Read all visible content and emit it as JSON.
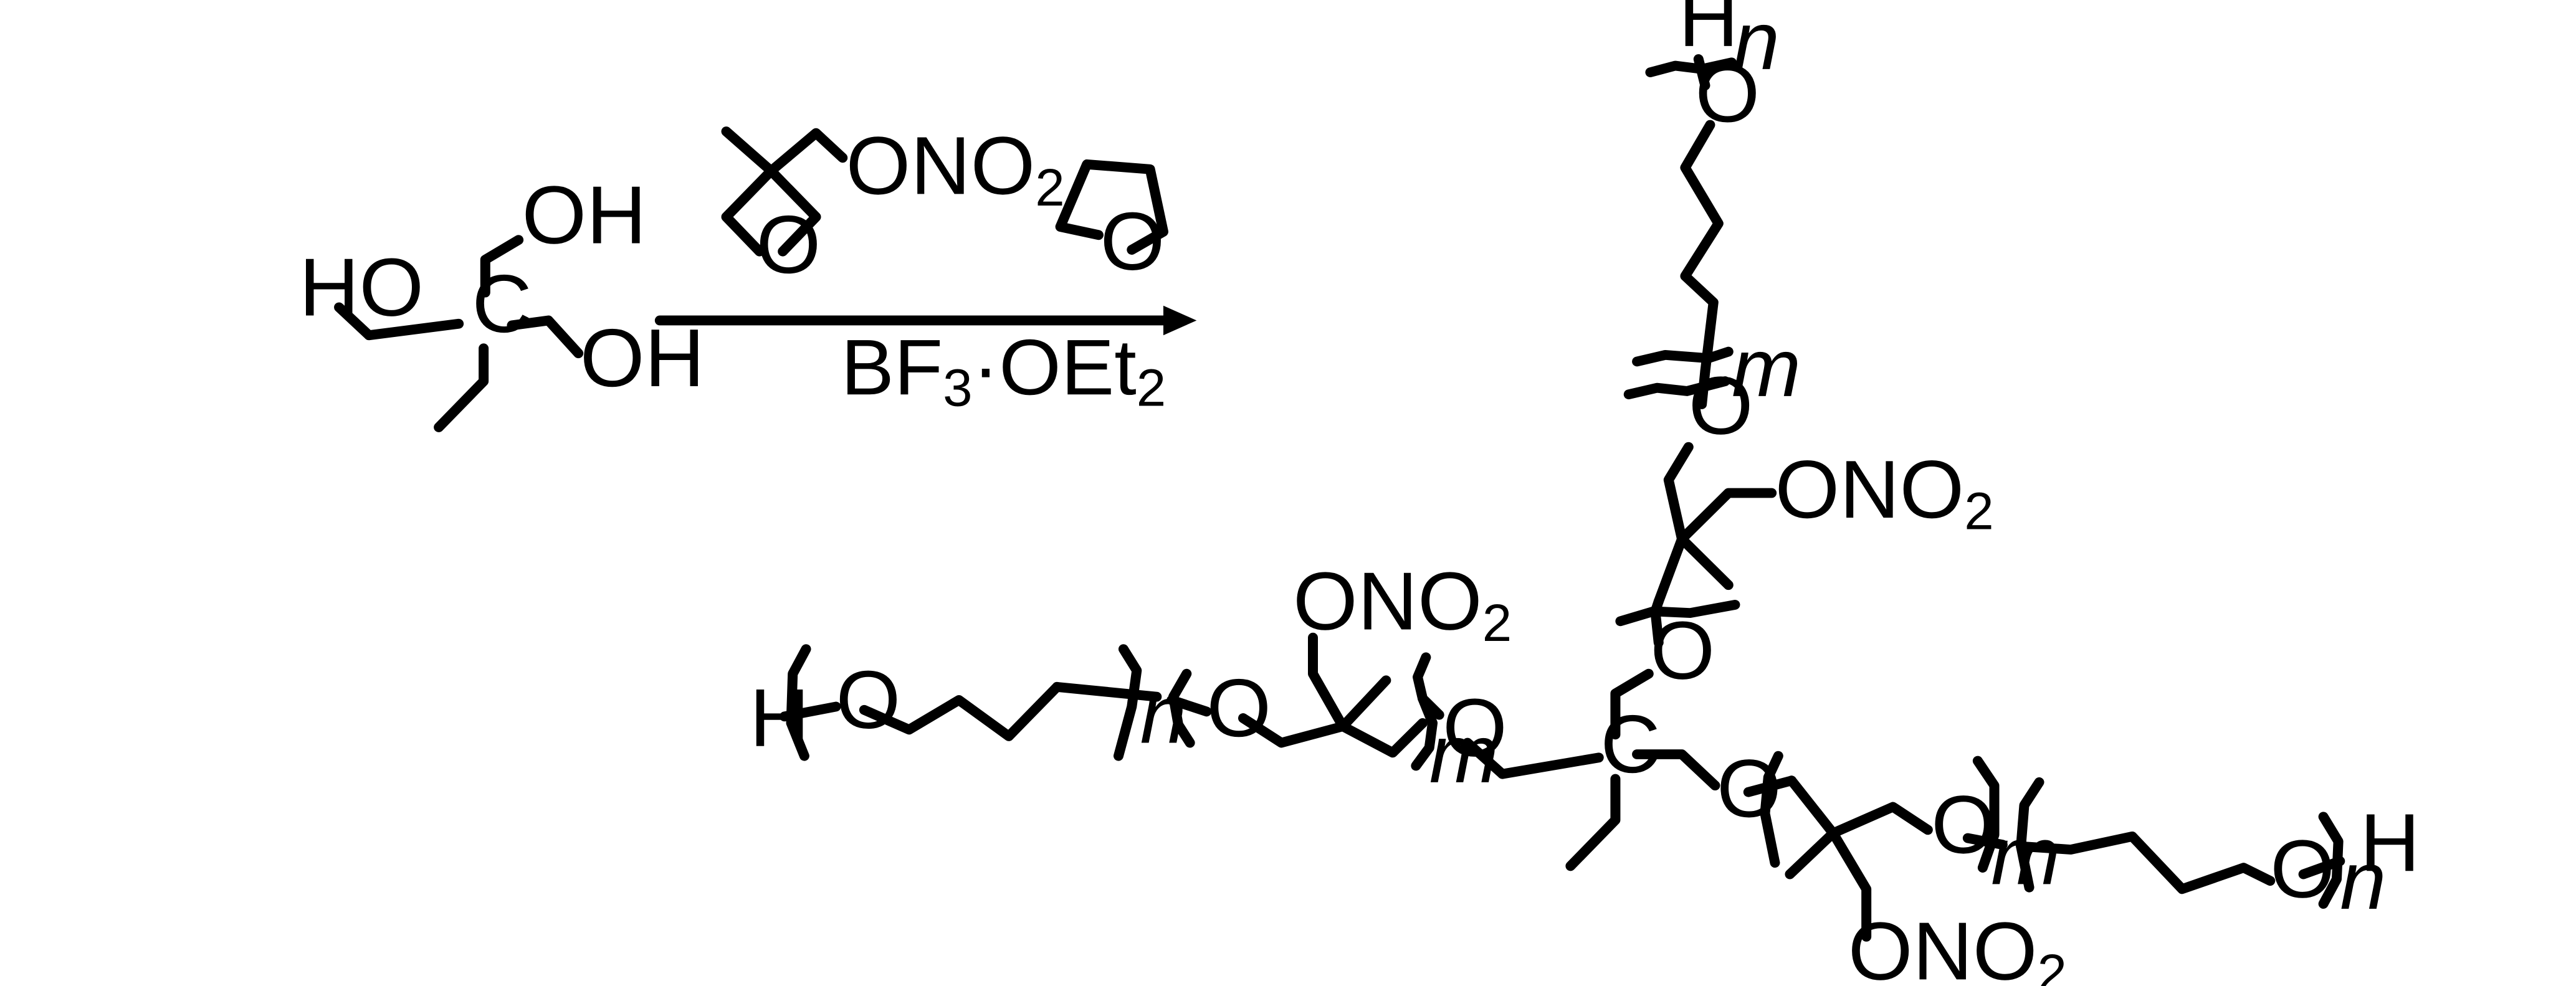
{
  "scheme": {
    "starting_material": {
      "name": "1,1,1-tris(hydroxymethyl)propane",
      "labels": {
        "oh_top": "OH",
        "ho_left": "HO",
        "oh_right": "OH",
        "center": "C"
      }
    },
    "monomer_oxetane": {
      "name": "3-nitratomethyl-3-methyloxetane",
      "labels": {
        "ring_o": "O",
        "ono2_prefix": "ONO",
        "ono2_sub": "2"
      }
    },
    "monomer_thf": {
      "name": "tetrahydrofuran",
      "labels": {
        "ring_o": "O"
      }
    },
    "catalyst": {
      "bf": "BF",
      "bf_sub": "3",
      "dot": "·",
      "oet": "OEt",
      "oet_sub": "2"
    },
    "product": {
      "name": "three-arm star copolymer",
      "core_label": "C",
      "oxygen": "O",
      "hydrogen": "H",
      "ono2_prefix": "ONO",
      "ono2_sub": "2",
      "repeat_index_n": "n",
      "repeat_index_m": "m"
    }
  },
  "colors": {
    "ink": "#000000",
    "background": "#ffffff"
  }
}
